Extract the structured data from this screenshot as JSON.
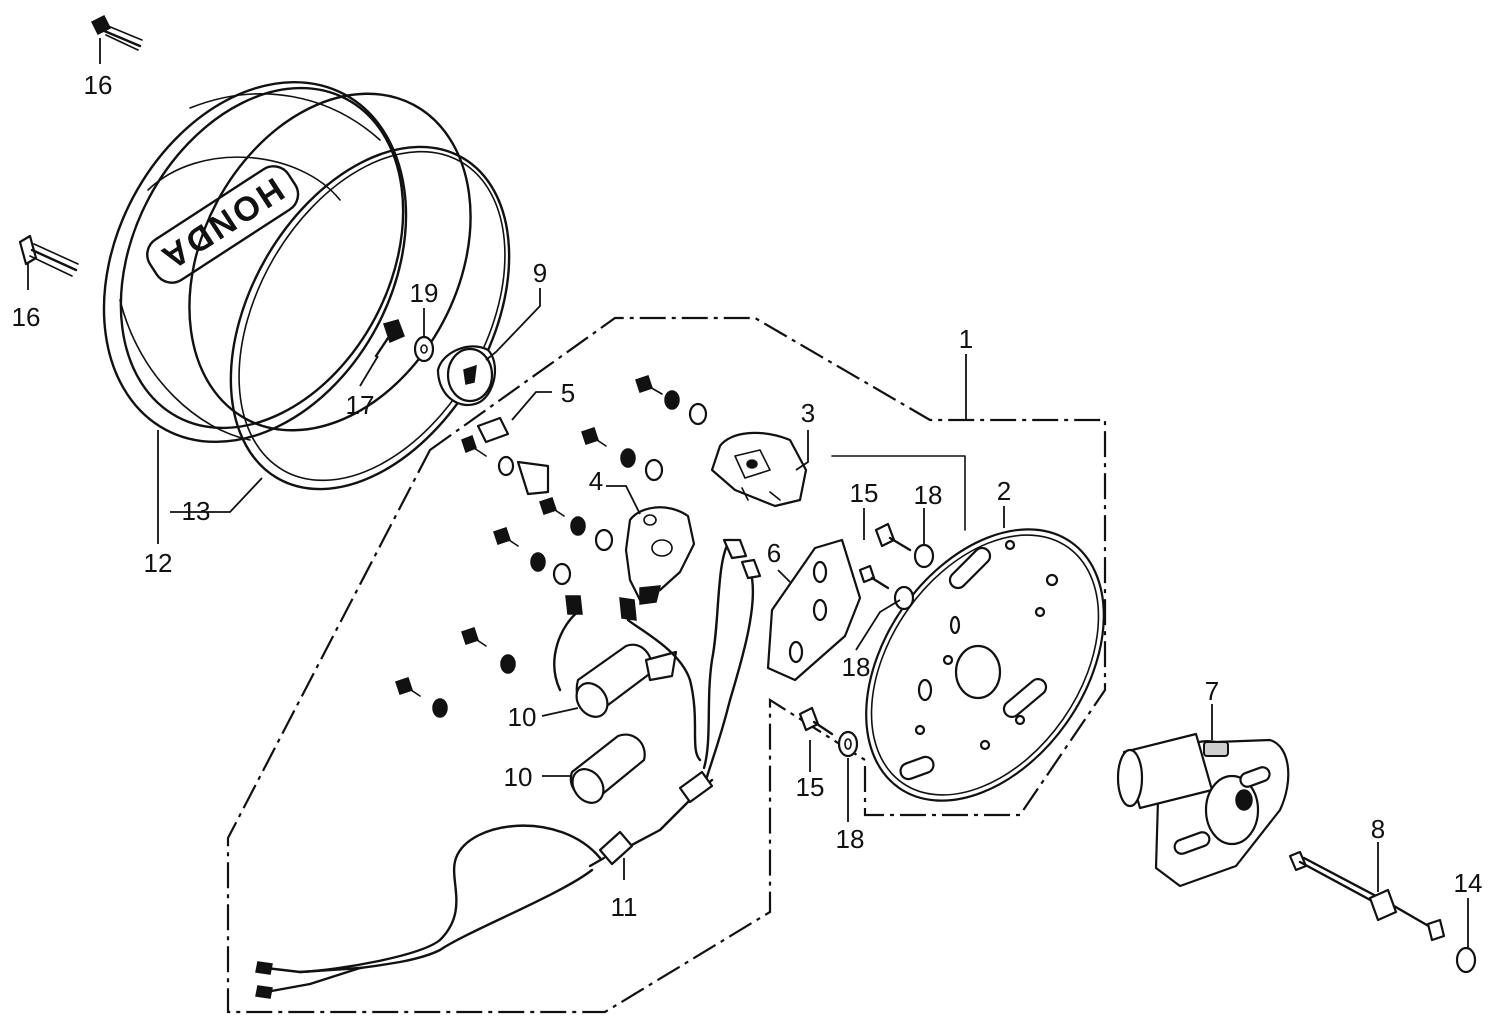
{
  "diagram": {
    "cover_logo": "HONDA",
    "part_labels": {
      "p1": "1",
      "p2": "2",
      "p3": "3",
      "p4": "4",
      "p5": "5",
      "p6": "6",
      "p7": "7",
      "p8": "8",
      "p9": "9",
      "p10a": "10",
      "p10b": "10",
      "p11": "11",
      "p12": "12",
      "p13": "13",
      "p14": "14",
      "p15a": "15",
      "p15b": "15",
      "p16a": "16",
      "p16b": "16",
      "p17": "17",
      "p18a": "18",
      "p18b": "18",
      "p18c": "18",
      "p19": "19"
    }
  }
}
